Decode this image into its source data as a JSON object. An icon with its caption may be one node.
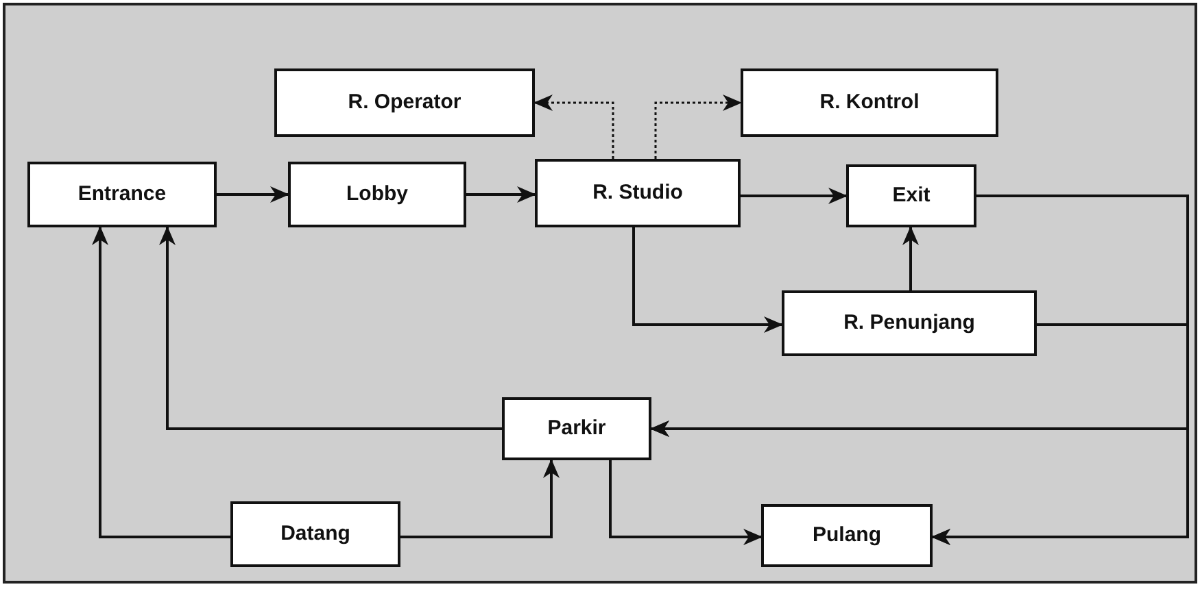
{
  "diagram": {
    "nodes": [
      {
        "text": [
          "R. Operator"
        ]
      },
      {
        "text": [
          "R. Kontrol"
        ]
      },
      {
        "text": [
          "Entrance"
        ]
      },
      {
        "text": [
          "Lobby"
        ]
      },
      {
        "text": [
          "R. Studio"
        ]
      },
      {
        "text": [
          "Exit"
        ]
      },
      {
        "text": [
          "R. Penunjang"
        ]
      },
      {
        "text": [
          "Parkir"
        ]
      },
      {
        "text": [
          "Datang"
        ]
      },
      {
        "text": [
          "Pulang"
        ]
      }
    ],
    "edges": [
      {
        "from": 4,
        "to": 0,
        "arrow": "to",
        "style": "dashed"
      },
      {
        "from": 4,
        "to": 1,
        "arrow": "to",
        "style": "dashed"
      },
      {
        "from": 2,
        "to": 3,
        "arrow": "to"
      },
      {
        "from": 3,
        "to": 4,
        "arrow": "to"
      },
      {
        "from": 4,
        "to": 5,
        "arrow": "to"
      },
      {
        "from": 4,
        "to": 6,
        "arrow": "to"
      },
      {
        "from": 6,
        "to": 5,
        "arrow": "to"
      },
      {
        "from": 5,
        "to": 7,
        "arrow": "to"
      },
      {
        "from": 5,
        "to": 9,
        "arrow": "to"
      },
      {
        "from": 6,
        "to": 7,
        "arrow": "to"
      },
      {
        "from": 6,
        "to": 9,
        "arrow": "to"
      },
      {
        "from": 7,
        "to": 2,
        "arrow": "to"
      },
      {
        "from": 7,
        "to": 9,
        "arrow": "to"
      },
      {
        "from": 8,
        "to": 2,
        "arrow": "to"
      },
      {
        "from": 8,
        "to": 7,
        "arrow": "to"
      }
    ]
  }
}
